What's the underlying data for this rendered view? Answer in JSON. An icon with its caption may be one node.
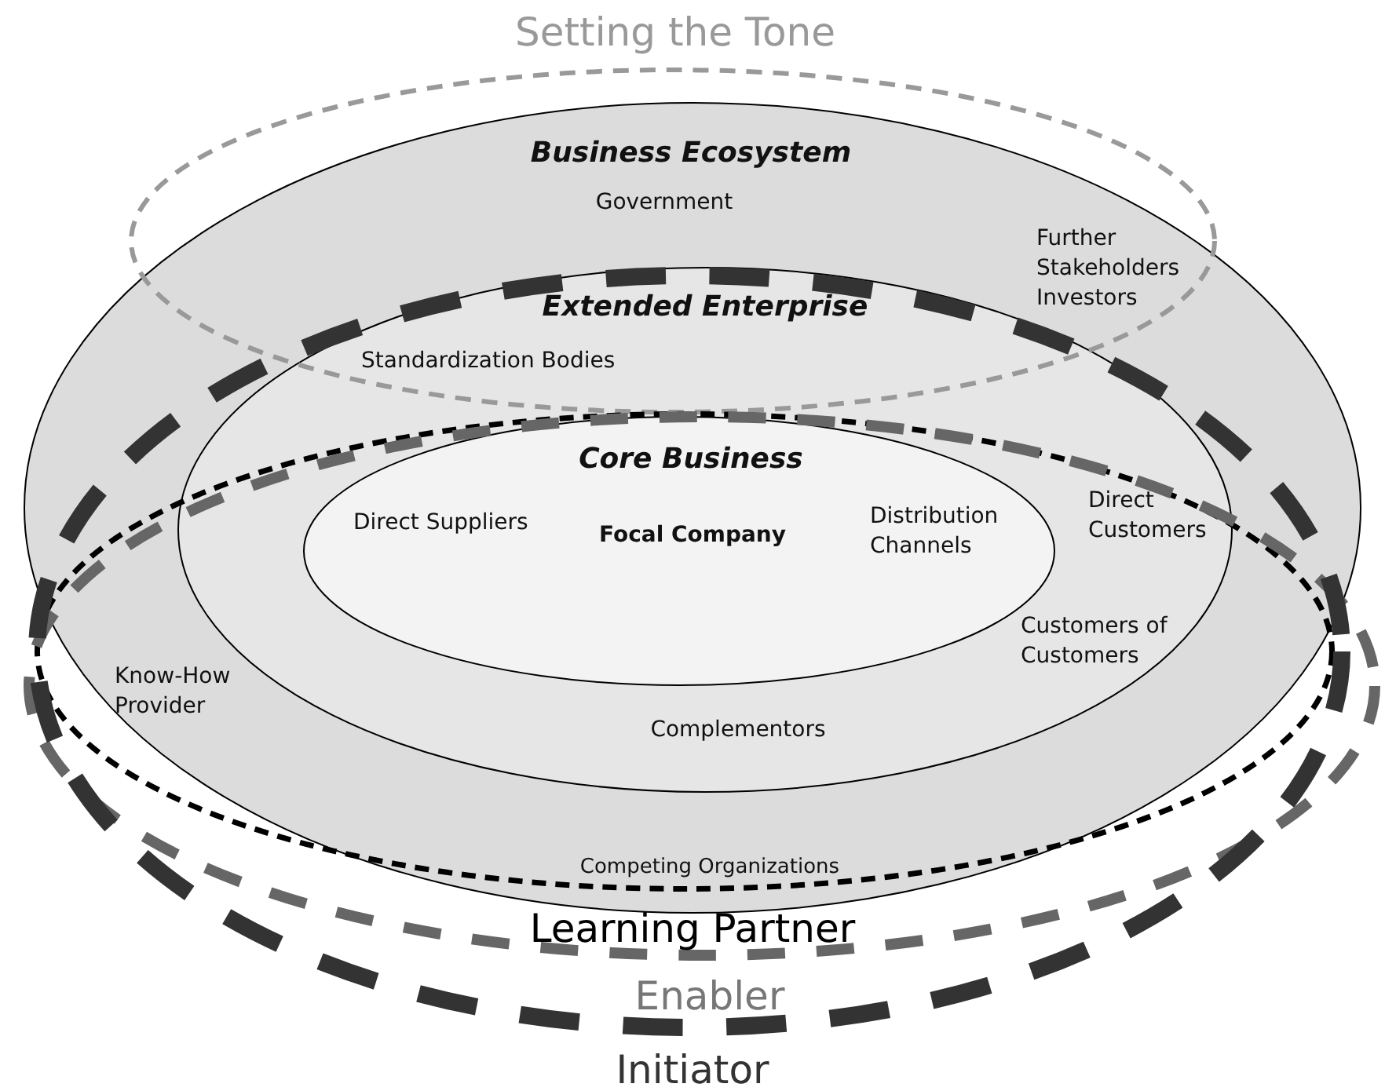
{
  "diagram": {
    "nodes": [
      {
        "text": [
          "Business Ecosystem",
          "Government",
          "Further Stakeholders Investors",
          "Know-How Provider",
          "Competing Organizations"
        ]
      },
      {
        "text": [
          "Extended Enterprise",
          "Standardization Bodies",
          "Direct Customers",
          "Customers of Customers",
          "Complementors"
        ],
        "in": 0
      },
      {
        "text": [
          "Core Business",
          "Direct Suppliers",
          "Focal Company",
          "Distribution Channels"
        ],
        "in": 1
      }
    ],
    "labels": [
      "Setting the Tone",
      "Learning Partner",
      "Enabler",
      "Initiator"
    ]
  }
}
